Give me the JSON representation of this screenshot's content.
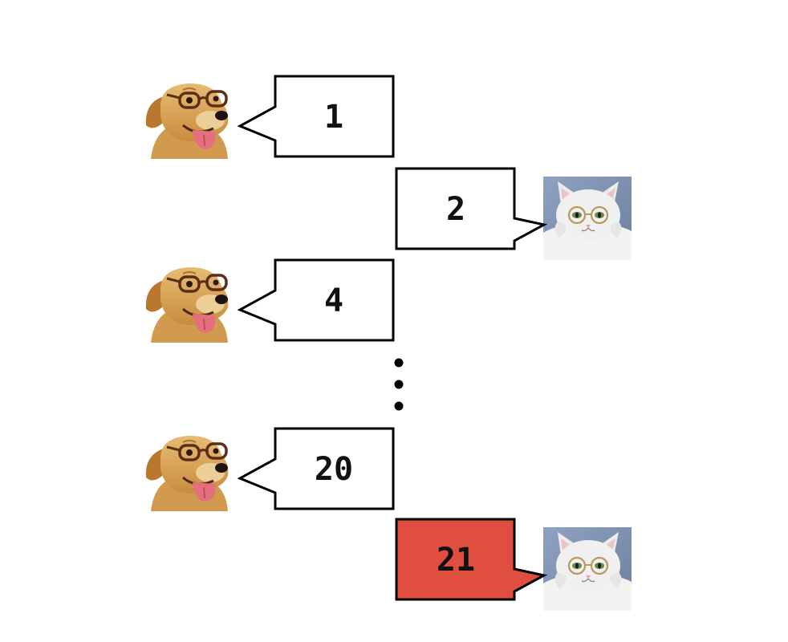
{
  "colors": {
    "bubble_fill": "#ffffff",
    "bubble_stroke": "#000000",
    "highlight_fill": "#e04e3f",
    "text": "#111111",
    "dog_fur": "#d9a45a",
    "cat_fur": "#eeeeee",
    "cat_bg": "#7f93b3"
  },
  "turns": [
    {
      "speaker": "dog",
      "number": "1",
      "highlight": false
    },
    {
      "speaker": "cat",
      "number": "2",
      "highlight": false
    },
    {
      "speaker": "dog",
      "number": "4",
      "highlight": false
    },
    {
      "speaker": "dog",
      "number": "20",
      "highlight": false
    },
    {
      "speaker": "cat",
      "number": "21",
      "highlight": true
    }
  ],
  "ellipsis": {
    "dot_count": 3
  }
}
